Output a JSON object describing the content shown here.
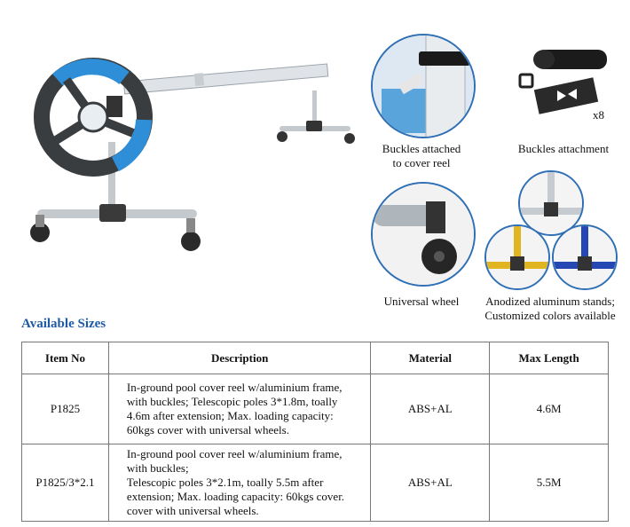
{
  "captions": {
    "buckles_reel": [
      "Buckles attached",
      "to cover reel"
    ],
    "buckles_attachment": "Buckles attachment",
    "universal_wheel": "Universal wheel",
    "stands": [
      "Anodized aluminum stands;",
      "Customized colors available"
    ],
    "badge_x8": "x8"
  },
  "sizes": {
    "title": "Available Sizes",
    "headers": [
      "Item No",
      "Description",
      "Material",
      "Max Length"
    ],
    "rows": [
      {
        "item": "P1825",
        "desc": [
          "In-ground pool cover reel w/aluminium frame,",
          "with buckles; Telescopic poles 3*1.8m, toally",
          "4.6m after extension; Max. loading capacity:",
          "60kgs cover with universal wheels."
        ],
        "material": "ABS+AL",
        "max": "4.6M"
      },
      {
        "item": "P1825/3*2.1",
        "desc": [
          "In-ground pool cover reel w/aluminium frame,",
          "with buckles;",
          "Telescopic poles 3*2.1m, toally 5.5m after",
          "extension; Max. loading capacity: 60kgs cover.",
          "cover with universal wheels."
        ],
        "material": "ABS+AL",
        "max": "5.5M"
      }
    ]
  },
  "colors": {
    "accent": "#1f5aa6",
    "circle_border": "#2f6fb5",
    "reel_blue": "#2e8fd8"
  }
}
